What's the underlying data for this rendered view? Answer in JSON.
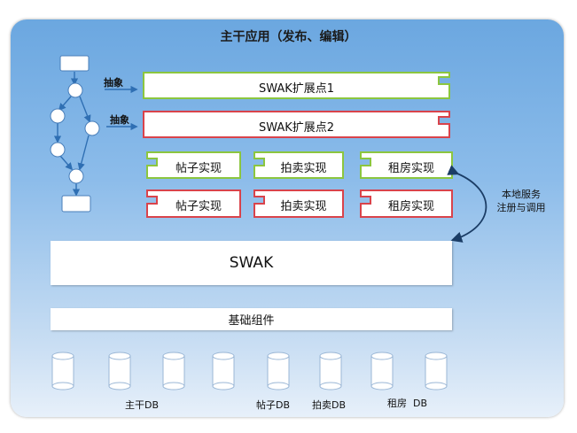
{
  "title": "主干应用（发布、编辑）",
  "abstract_labels": [
    "抽象",
    "抽象"
  ],
  "extension_points": [
    "SWAK扩展点1",
    "SWAK扩展点2"
  ],
  "implementations_row1": [
    "帖子实现",
    "拍卖实现",
    "租房实现"
  ],
  "implementations_row2": [
    "帖子实现",
    "拍卖实现",
    "租房实现"
  ],
  "service_note": [
    "本地服务",
    "注册与调用"
  ],
  "swak_label": "SWAK",
  "base_label": "基础组件",
  "db_labels": [
    "主干DB",
    "帖子DB",
    "拍卖DB",
    "租房  DB"
  ],
  "colors": {
    "panel_top": "#6ba7e0",
    "panel_bottom": "#e7f0fa",
    "green_outline": "#8cc63f",
    "red_outline": "#d9434b",
    "arrow": "#2f6fb3"
  }
}
